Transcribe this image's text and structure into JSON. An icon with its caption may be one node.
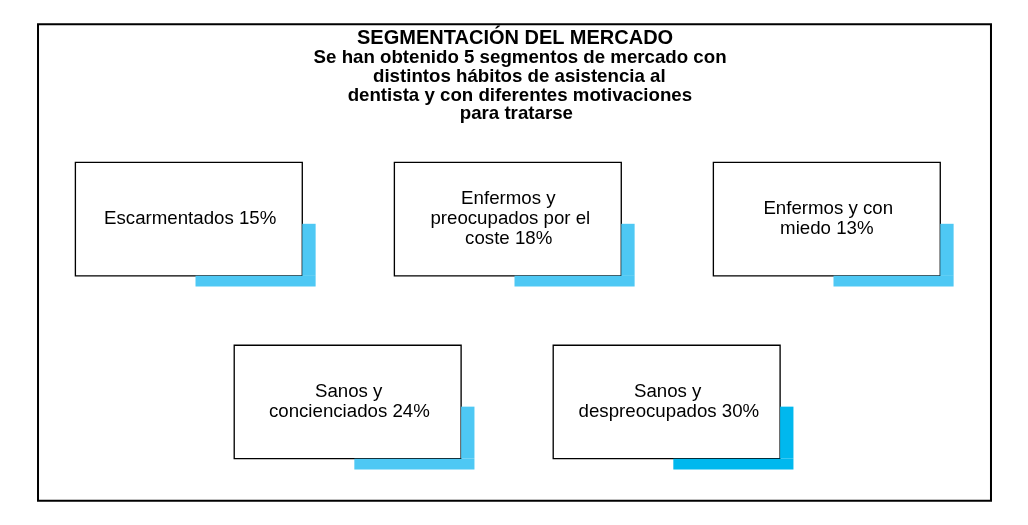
{
  "diagram": {
    "nodes": [
      {
        "text": [
          "SEGMENTACIÓN DEL MERCADO",
          "Se han obtenido 5 segmentos de mercado con distintos hábitos de asistencia al dentista y con diferentes motivaciones para tratarse"
        ]
      },
      {
        "text": [
          "Enfermos y con miedo 13%"
        ],
        "in": 0
      },
      {
        "text": [
          "Enfermos y preocupados por el coste 18%"
        ],
        "in": 0
      },
      {
        "text": [
          "Escarmentados 15%"
        ],
        "in": 0
      },
      {
        "text": [
          "Sanos y concienciados 24%"
        ],
        "in": 0
      },
      {
        "text": [
          "Sanos y despreocupados 30%"
        ],
        "in": 0
      }
    ],
    "edges": []
  }
}
